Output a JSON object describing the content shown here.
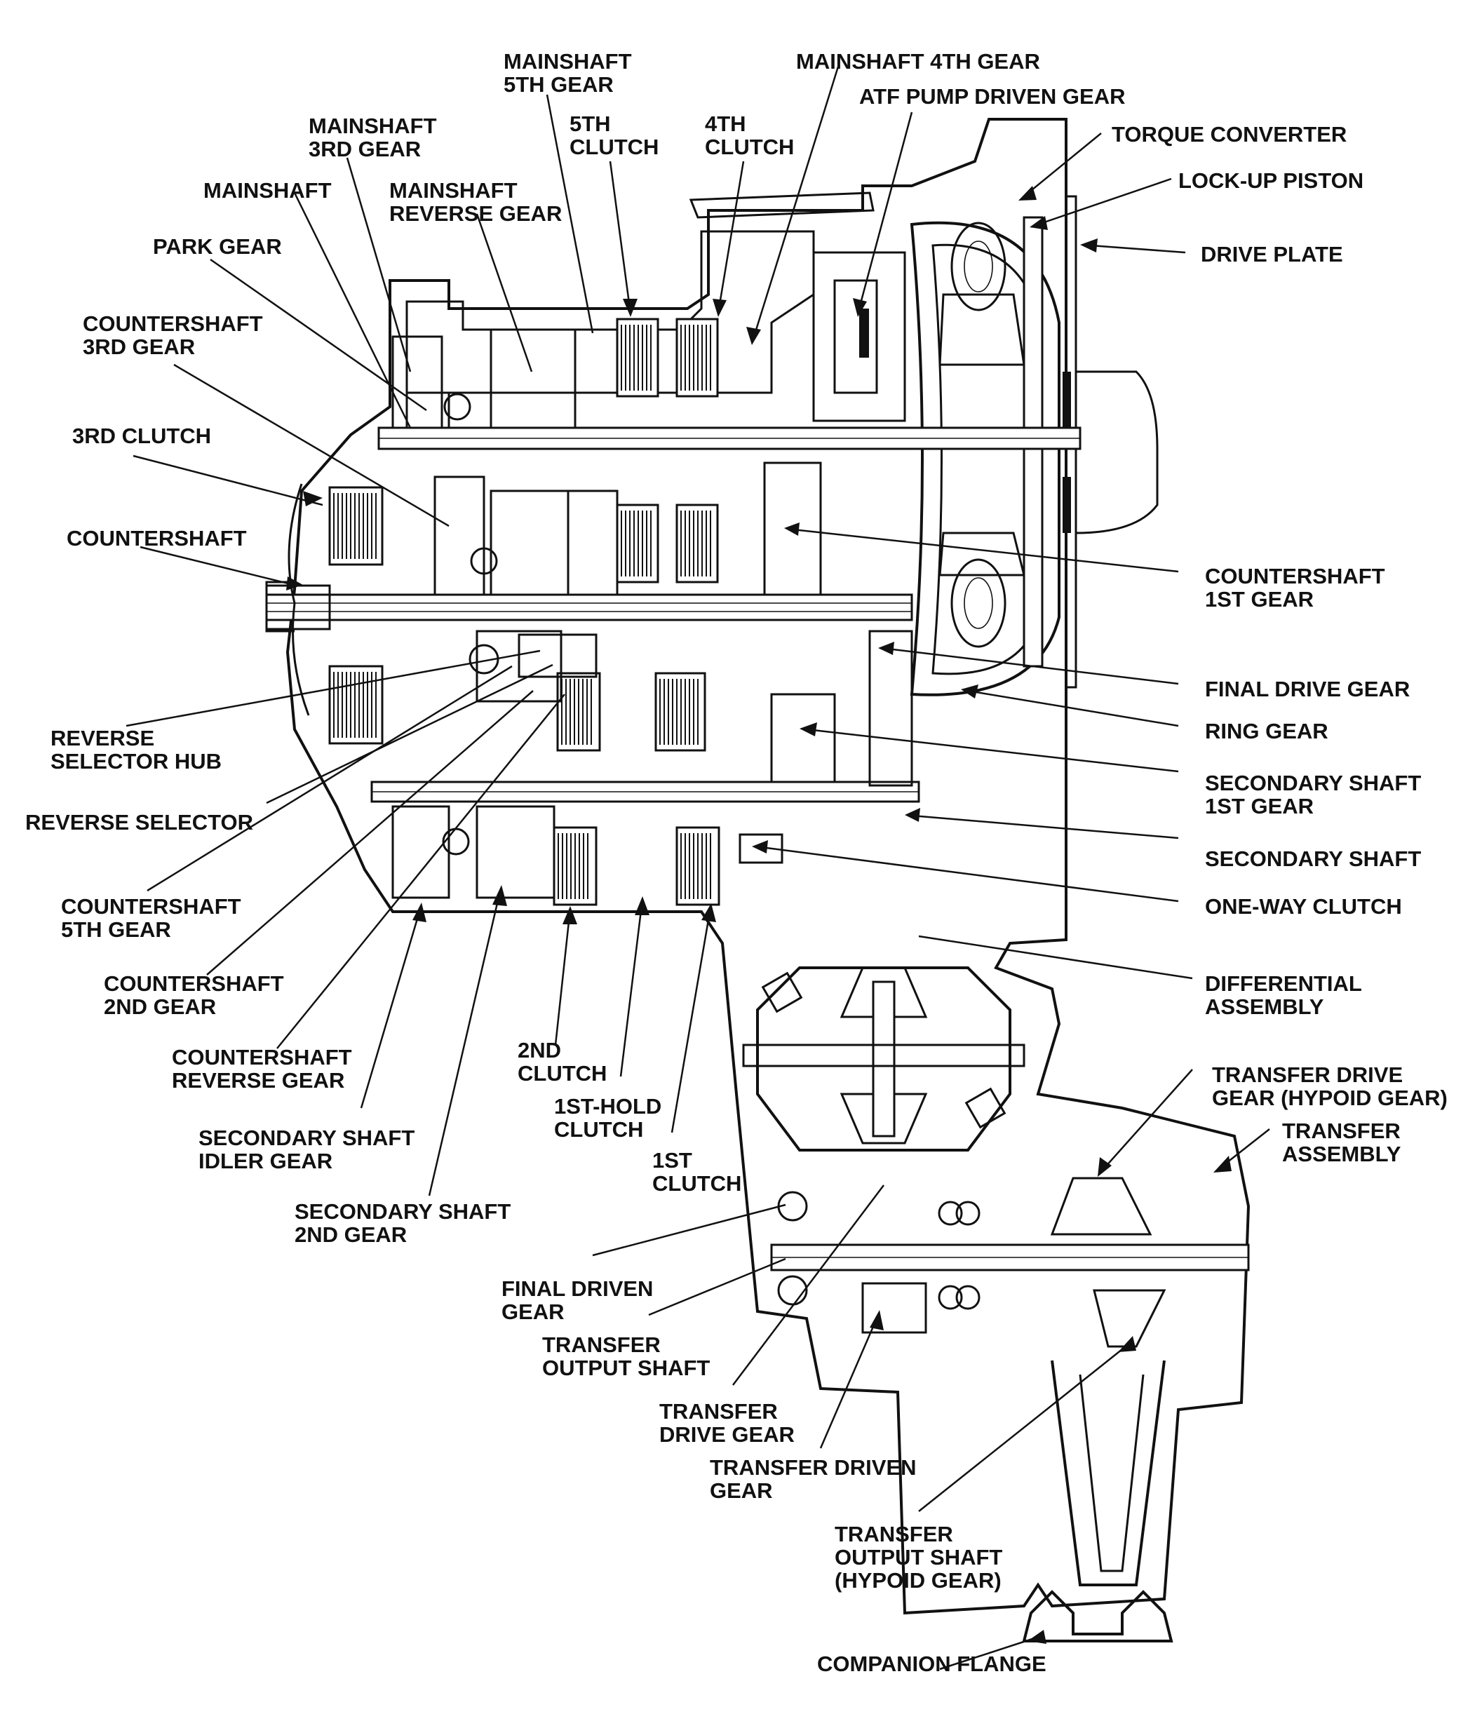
{
  "labels": {
    "mainshaft_5th_gear": [
      "MAINSHAFT",
      "5TH GEAR"
    ],
    "mainshaft_4th_gear": [
      "MAINSHAFT 4TH GEAR"
    ],
    "atf_pump_driven_gear": [
      "ATF PUMP DRIVEN GEAR"
    ],
    "mainshaft_3rd_gear": [
      "MAINSHAFT",
      "3RD GEAR"
    ],
    "clutch_5th": [
      "5TH",
      "CLUTCH"
    ],
    "clutch_4th": [
      "4TH",
      "CLUTCH"
    ],
    "torque_converter": [
      "TORQUE CONVERTER"
    ],
    "mainshaft": [
      "MAINSHAFT"
    ],
    "mainshaft_reverse_gear": [
      "MAINSHAFT",
      "REVERSE GEAR"
    ],
    "lock_up_piston": [
      "LOCK-UP PISTON"
    ],
    "park_gear": [
      "PARK GEAR"
    ],
    "drive_plate": [
      "DRIVE PLATE"
    ],
    "countershaft_3rd_gear": [
      "COUNTERSHAFT",
      "3RD GEAR"
    ],
    "clutch_3rd": [
      "3RD CLUTCH"
    ],
    "countershaft": [
      "COUNTERSHAFT"
    ],
    "countershaft_1st_gear": [
      "COUNTERSHAFT",
      "1ST GEAR"
    ],
    "final_drive_gear": [
      "FINAL DRIVE GEAR"
    ],
    "reverse_selector_hub": [
      "REVERSE",
      "SELECTOR HUB"
    ],
    "ring_gear": [
      "RING GEAR"
    ],
    "secondary_shaft_1st_gear": [
      "SECONDARY SHAFT",
      "1ST GEAR"
    ],
    "reverse_selector": [
      "REVERSE SELECTOR"
    ],
    "secondary_shaft": [
      "SECONDARY SHAFT"
    ],
    "countershaft_5th_gear": [
      "COUNTERSHAFT",
      "5TH GEAR"
    ],
    "one_way_clutch": [
      "ONE-WAY CLUTCH"
    ],
    "countershaft_2nd_gear": [
      "COUNTERSHAFT",
      "2ND GEAR"
    ],
    "differential_assembly": [
      "DIFFERENTIAL",
      "ASSEMBLY"
    ],
    "countershaft_reverse_gear": [
      "COUNTERSHAFT",
      "REVERSE GEAR"
    ],
    "clutch_2nd": [
      "2ND",
      "CLUTCH"
    ],
    "transfer_drive_gear_hypoid": [
      "TRANSFER DRIVE",
      "GEAR (HYPOID GEAR)"
    ],
    "clutch_1st_hold": [
      "1ST-HOLD",
      "CLUTCH"
    ],
    "transfer_assembly": [
      "TRANSFER",
      "ASSEMBLY"
    ],
    "secondary_shaft_idler_gear": [
      "SECONDARY SHAFT",
      "IDLER GEAR"
    ],
    "clutch_1st": [
      "1ST",
      "CLUTCH"
    ],
    "secondary_shaft_2nd_gear": [
      "SECONDARY SHAFT",
      "2ND GEAR"
    ],
    "final_driven_gear": [
      "FINAL DRIVEN",
      "GEAR"
    ],
    "transfer_output_shaft": [
      "TRANSFER",
      "OUTPUT SHAFT"
    ],
    "transfer_drive_gear": [
      "TRANSFER",
      "DRIVE GEAR"
    ],
    "transfer_driven_gear": [
      "TRANSFER DRIVEN",
      "GEAR"
    ],
    "transfer_output_shaft_hypoid": [
      "TRANSFER",
      "OUTPUT SHAFT",
      "(HYPOID GEAR)"
    ],
    "companion_flange": [
      "COMPANION FLANGE"
    ]
  }
}
